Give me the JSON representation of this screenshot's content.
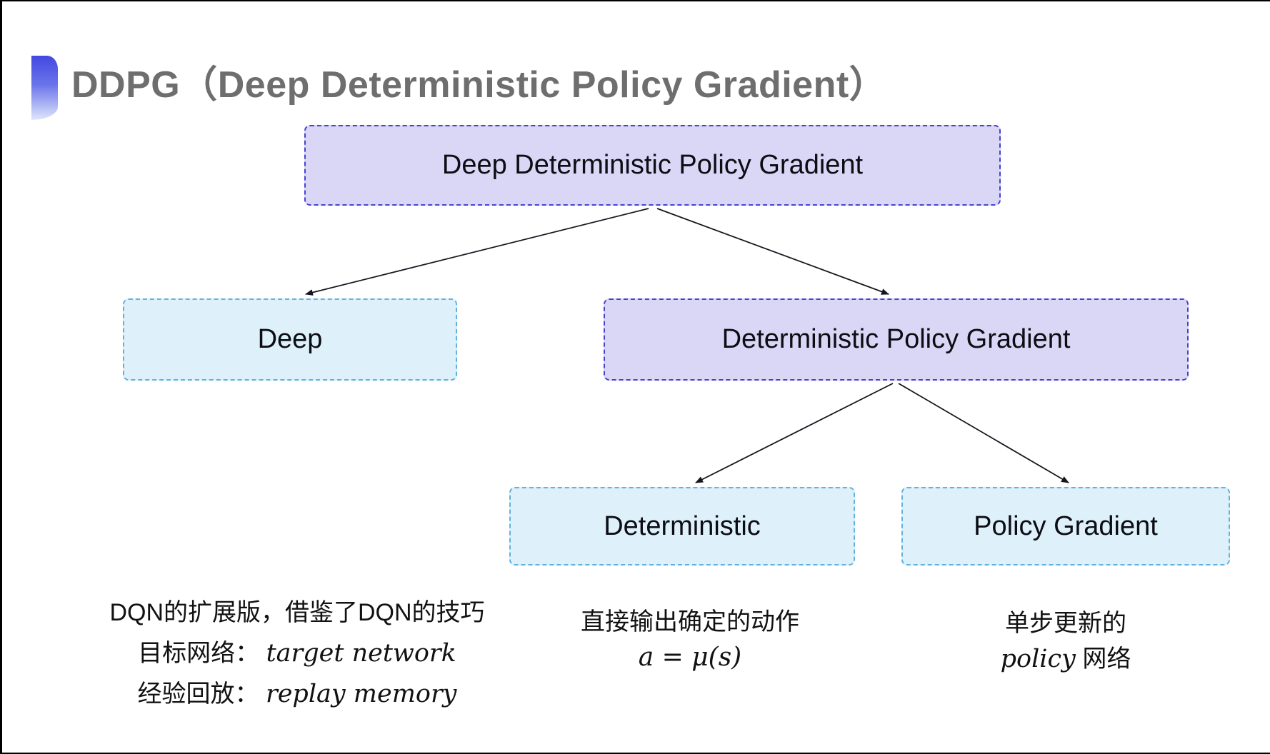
{
  "title": "DDPG（Deep Deterministic Policy Gradient）",
  "diagram": {
    "nodes": [
      {
        "id": "ddpg",
        "label": "Deep Deterministic Policy Gradient",
        "variant": "purple"
      },
      {
        "id": "deep",
        "label": "Deep",
        "variant": "cyan"
      },
      {
        "id": "dpg",
        "label": "Deterministic Policy Gradient",
        "variant": "purple"
      },
      {
        "id": "deterministic",
        "label": "Deterministic",
        "variant": "cyan"
      },
      {
        "id": "policy-gradient",
        "label": "Policy Gradient",
        "variant": "cyan"
      }
    ],
    "edges": [
      {
        "from": "ddpg",
        "to": "deep"
      },
      {
        "from": "ddpg",
        "to": "dpg"
      },
      {
        "from": "dpg",
        "to": "deterministic"
      },
      {
        "from": "dpg",
        "to": "policy-gradient"
      }
    ]
  },
  "annotations": {
    "deep": {
      "line1": "DQN的扩展版，借鉴了DQN的技巧",
      "line2_label": "目标网络：",
      "line2_term": "target network",
      "line3_label": "经验回放：",
      "line3_term": "replay memory"
    },
    "deterministic": {
      "line1": "直接输出确定的动作",
      "formula": "a = μ(s)"
    },
    "policy_gradient": {
      "line1": "单步更新的",
      "term": "policy",
      "suffix": " 网络"
    }
  },
  "colors": {
    "purple_fill": "#dad7f6",
    "purple_border": "#4643cf",
    "cyan_fill": "#def1fb",
    "cyan_border": "#60b2e0",
    "arrow": "#16161f",
    "title_text": "#6e6e6e",
    "accent_top": "#4348e0",
    "accent_bottom": "#dfe6fb"
  }
}
